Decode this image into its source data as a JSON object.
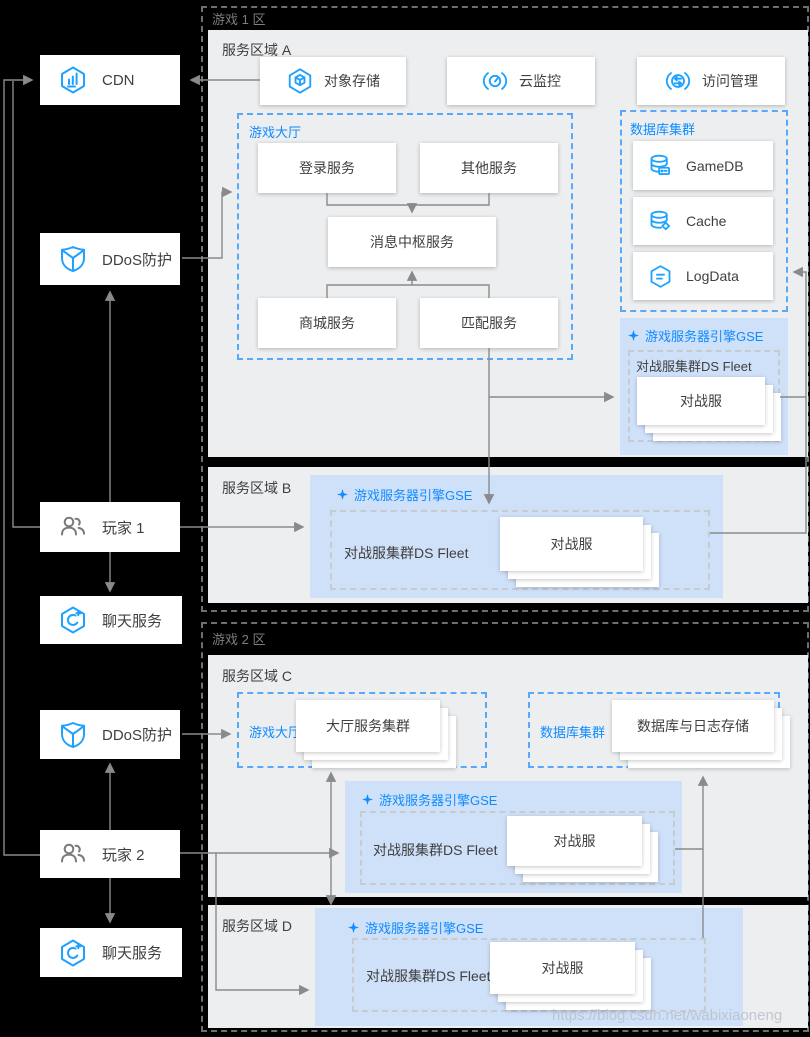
{
  "left_rail": {
    "cdn": "CDN",
    "ddos_1": "DDoS防护",
    "player_1": "玩家 1",
    "chat_1": "聊天服务",
    "ddos_2": "DDoS防护",
    "player_2": "玩家 2",
    "chat_2": "聊天服务"
  },
  "gse": {
    "engine": "游戏服务器引擎GSE",
    "fleet": "对战服集群DS Fleet",
    "server": "对战服"
  },
  "zone1": {
    "label": "游戏 1 区",
    "area_a": {
      "label": "服务区域 A",
      "cos": "对象存储",
      "monitor": "云监控",
      "cam": "访问管理",
      "lobby": {
        "label": "游戏大厅",
        "login": "登录服务",
        "other": "其他服务",
        "hub": "消息中枢服务",
        "mall": "商城服务",
        "match": "匹配服务"
      },
      "db": {
        "label": "数据库集群",
        "game_db": "GameDB",
        "cache": "Cache",
        "log_data": "LogData"
      }
    },
    "area_b": {
      "label": "服务区域 B"
    }
  },
  "zone2": {
    "label": "游戏 2 区",
    "area_c": {
      "label": "服务区域 C",
      "lobby_label": "游戏大厅",
      "lobby_cluster": "大厅服务集群",
      "db_label": "数据库集群",
      "db_storage": "数据库与日志存储"
    },
    "area_d": {
      "label": "服务区域 D"
    }
  },
  "watermark": "https://blog.csdn.net/wabixiaoneng",
  "colors": {
    "icon_blue": "#1ea2ff",
    "accent_blue": "#0f8bff",
    "gse_background": "#cfe0f9",
    "dashed_blue": "#58a9fb",
    "line_gray": "#8a8a8a",
    "area_gray": "#eceef0",
    "background": "#000000"
  }
}
